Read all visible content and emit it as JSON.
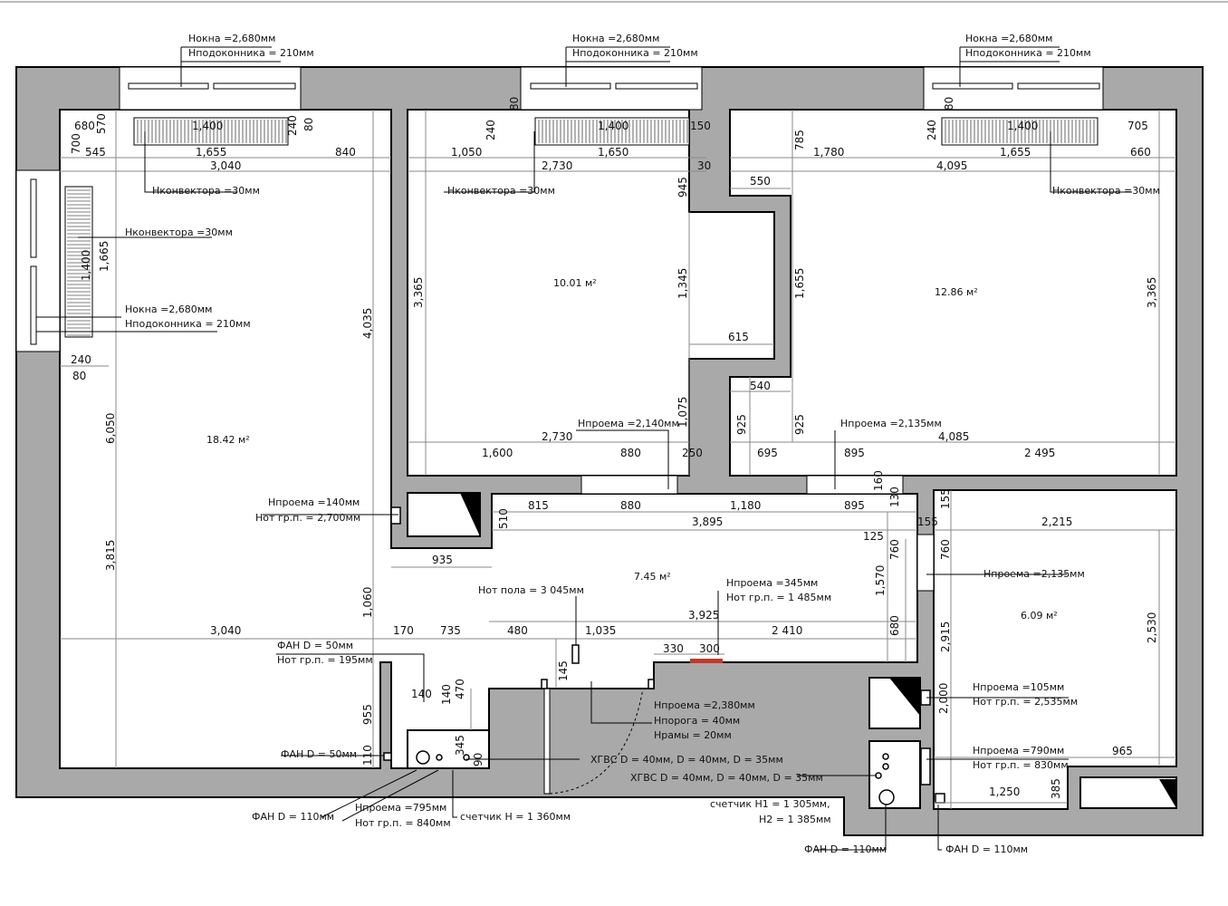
{
  "rooms": [
    {
      "area": "18.42 м²"
    },
    {
      "area": "10.01 м²"
    },
    {
      "area": "12.86 м²"
    },
    {
      "area": "7.45 м²"
    },
    {
      "area": "6.09 м²"
    }
  ],
  "dimensions": [
    "680",
    "570",
    "1,400",
    "240",
    "80",
    "700",
    "545",
    "1,655",
    "840",
    "3,040",
    "80",
    "240",
    "1,400",
    "150",
    "1,050",
    "2,730",
    "1,650",
    "30",
    "945",
    "785",
    "80",
    "240",
    "1,400",
    "705",
    "1,780",
    "4,095",
    "1,655",
    "660",
    "550",
    "1,400",
    "1,665",
    "240",
    "80",
    "4,035",
    "6,050",
    "3,815",
    "1,060",
    "955",
    "110",
    "3,365",
    "1,345",
    "615",
    "1,075",
    "2,730",
    "1,600",
    "880",
    "250",
    "1,655",
    "540",
    "925",
    "925",
    "695",
    "895",
    "4,085",
    "2 495",
    "3,365",
    "160",
    "130",
    "155",
    "815",
    "880",
    "1,180",
    "895",
    "155",
    "510",
    "3,895",
    "125",
    "935",
    "760",
    "760",
    "1,570",
    "2,215",
    "3,040",
    "170",
    "735",
    "480",
    "1,035",
    "3,925",
    "2 410",
    "680",
    "330",
    "300",
    "140",
    "140",
    "470",
    "145",
    "345",
    "90",
    "2,915",
    "2,530",
    "2,000",
    "965",
    "1,250",
    "385"
  ],
  "annotations": {
    "window_top_1": {
      "h_window": "Hокна =2,680мм",
      "h_sill": "Hподоконника = 210мм"
    },
    "window_top_2": {
      "h_window": "Hокна =2,680мм",
      "h_sill": "Hподоконника = 210мм"
    },
    "window_top_3": {
      "h_window": "Hокна =2,680мм",
      "h_sill": "Hподоконника = 210мм"
    },
    "window_left": {
      "h_window": "Hокна =2,680мм",
      "h_sill": "Hподоконника = 210мм"
    },
    "convector_1": "Hконвектора =30мм",
    "convector_2": "Hконвектора =30мм",
    "convector_3": "Hконвектора =30мм",
    "convector_left": "Hконвектора =30мм",
    "opening_room2": "Hпроема =2,140мм",
    "opening_room3": "Hпроема =2,135мм",
    "opening_hall_left": {
      "h": "Hпроема =140мм",
      "from_floor": "Hот гр.п. = 2,700мм"
    },
    "opening_bath": "Hпроема =2,135мм",
    "ceiling": "Hот пола = 3 045мм",
    "opening_hall_345": {
      "h": "Hпроема =345мм",
      "from_floor": "Hот гр.п. = 1 485мм"
    },
    "fan_50_top": {
      "d": "ФАН D = 50мм",
      "from_floor": "Hот гр.п. = 195мм"
    },
    "fan_50_bottom": "ФАН D = 50мм",
    "entrance": {
      "h": "Hпроема =2,380мм",
      "threshold": "Hпорога = 40мм",
      "frame": "Hрамы = 20мм"
    },
    "opening_105": {
      "h": "Hпроема =105мм",
      "from_floor": "Hот гр.п. = 2,535мм"
    },
    "opening_790": {
      "h": "Hпроема =790мм",
      "from_floor": "Hот гр.п. = 830мм"
    },
    "water_1": "ХГВС D = 40мм, D = 40мм, D = 35мм",
    "water_2": "ХГВС D = 40мм, D = 40мм, D = 35мм",
    "fan_110_kitchen": "ФАН D = 110мм",
    "opening_795": {
      "h": "Hпроема =795мм",
      "from_floor": "Hот гр.п. = 840мм"
    },
    "meter_1": "счетчик H = 1 360мм",
    "meter_2": {
      "h1": "счетчик H1 = 1 305мм,",
      "h2": "H2 = 1 385мм"
    },
    "fan_110_bath_1": "ФАН D = 110мм",
    "fan_110_bath_2": "ФАН D = 110мм"
  },
  "colors": {
    "wall": "#a9a9a9",
    "outline": "#000000",
    "dimension": "#8a8a8a",
    "marker": "#c0392b"
  }
}
